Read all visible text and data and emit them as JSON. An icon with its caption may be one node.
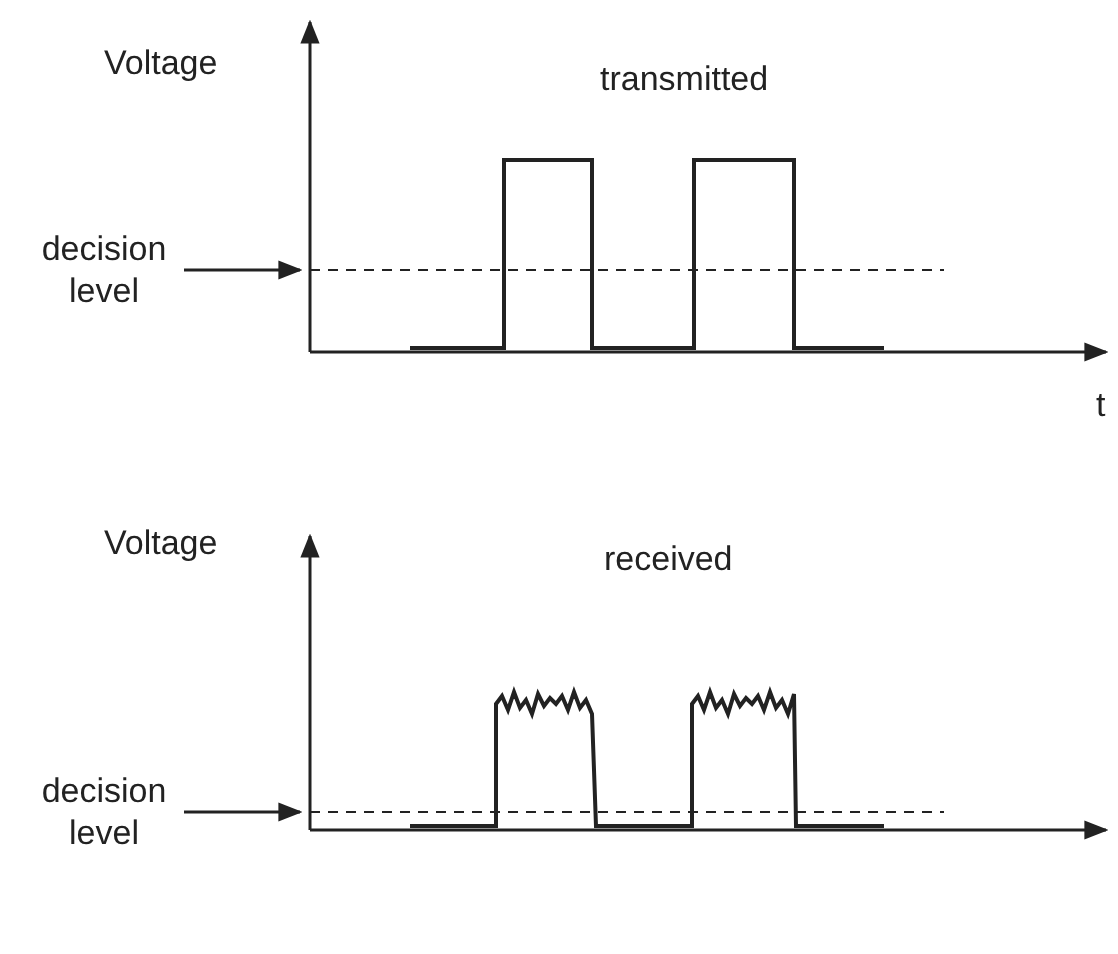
{
  "diagram": {
    "nodes": [
      {
        "text": [
          "decision level"
        ]
      },
      {
        "text": [
          "decision level"
        ]
      }
    ],
    "edges": [
      {
        "from": 0,
        "to": null,
        "arrow": "to"
      },
      {
        "from": 1,
        "to": null,
        "arrow": "to"
      }
    ],
    "labels": [
      "Voltage",
      "transmitted",
      "t",
      "Voltage",
      "received"
    ]
  }
}
